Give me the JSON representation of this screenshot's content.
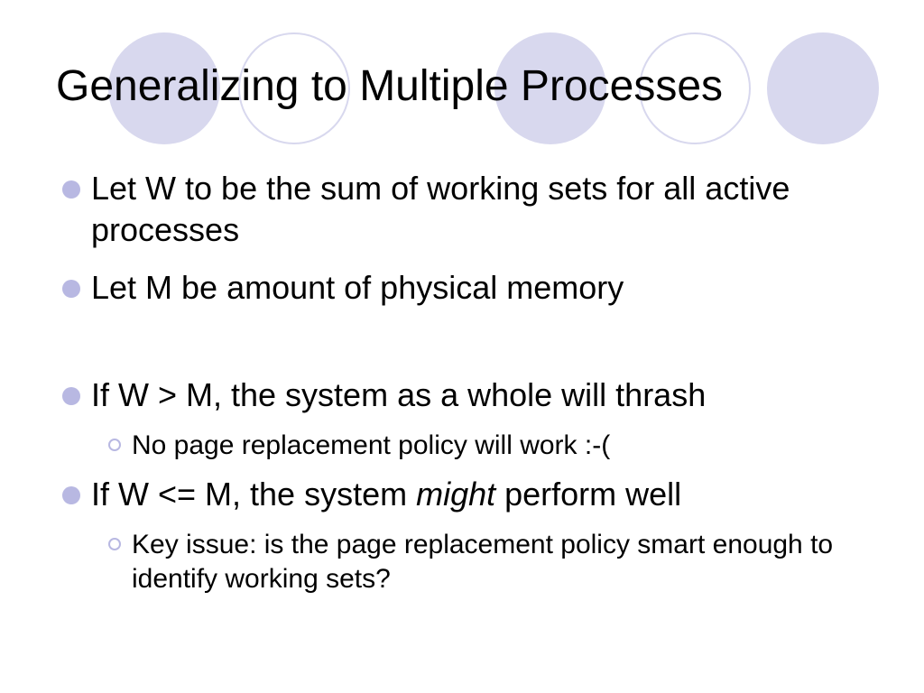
{
  "slide": {
    "title": "Generalizing to Multiple Processes",
    "bullets": [
      {
        "text": "Let W to be the sum of working sets for all active processes"
      },
      {
        "text": "Let M be amount of physical memory"
      },
      {
        "text": "If W > M, the system as a whole will thrash",
        "sub": "No page replacement policy will work :-("
      },
      {
        "text_before": "If W <= M, the system ",
        "text_emphasis": "might",
        "text_after": " perform well",
        "sub": "Key issue: is the page replacement policy smart enough to identify working sets?"
      }
    ]
  },
  "colors": {
    "accent": "#d8d8ee",
    "bullet": "#b8b8e2"
  }
}
